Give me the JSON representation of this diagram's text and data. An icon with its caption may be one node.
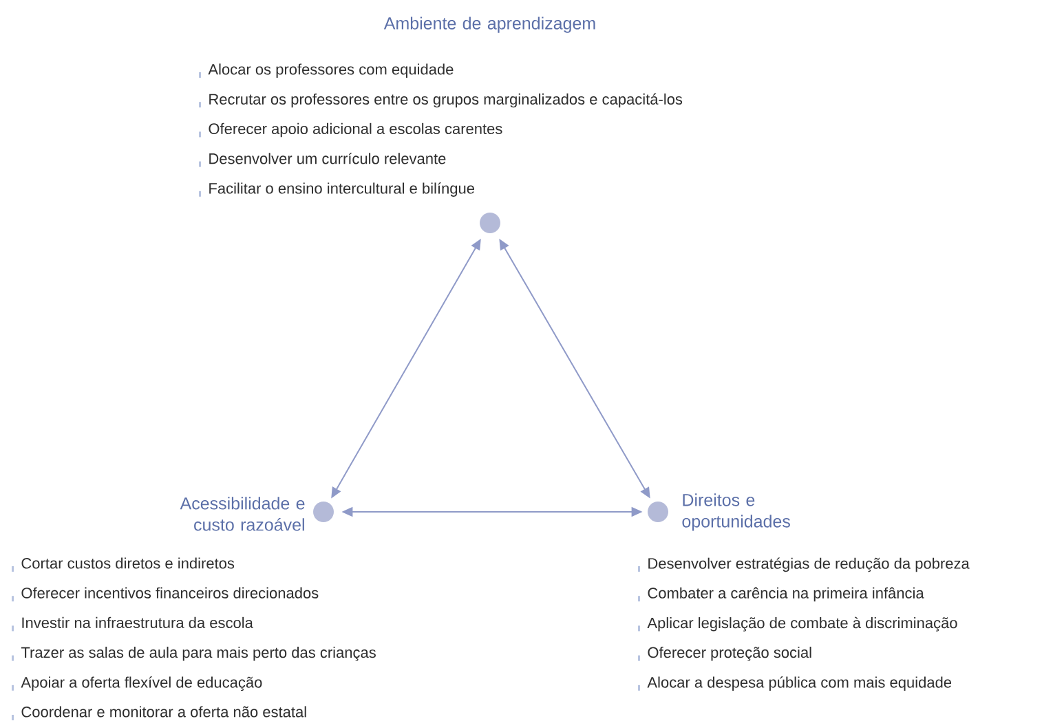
{
  "diagram": {
    "nodes": [
      {
        "text": [],
        "shape": "circle",
        "beside": [
          "Ambiente de aprendizagem",
          "Alocar os professores com equidade",
          "Recrutar os professores entre os grupos marginalizados e capacitá-los",
          "Oferecer apoio adicional a escolas carentes",
          "Desenvolver um currículo relevante",
          "Facilitar o ensino intercultural e bilíngue"
        ]
      },
      {
        "text": [],
        "shape": "circle",
        "beside": [
          "Acessibilidade e custo razoável",
          "Cortar custos diretos e indiretos",
          "Oferecer incentivos financeiros direcionados",
          "Investir na infraestrutura da escola",
          "Trazer as salas de aula para mais perto das crianças",
          "Apoiar a oferta flexível de educação",
          "Coordenar e monitorar a oferta não estatal"
        ]
      },
      {
        "text": [],
        "shape": "circle",
        "beside": [
          "Direitos e oportunidades",
          "Desenvolver estratégias de redução da pobreza",
          "Combater a carência na primeira infância",
          "Aplicar legislação de combate à discriminação",
          "Oferecer proteção social",
          "Alocar a despesa pública com mais equidade"
        ]
      }
    ],
    "edges": [
      {
        "from": 0,
        "to": 1,
        "arrow": "both"
      },
      {
        "from": 0,
        "to": 2,
        "arrow": "both"
      },
      {
        "from": 1,
        "to": 2,
        "arrow": "both"
      }
    ]
  }
}
